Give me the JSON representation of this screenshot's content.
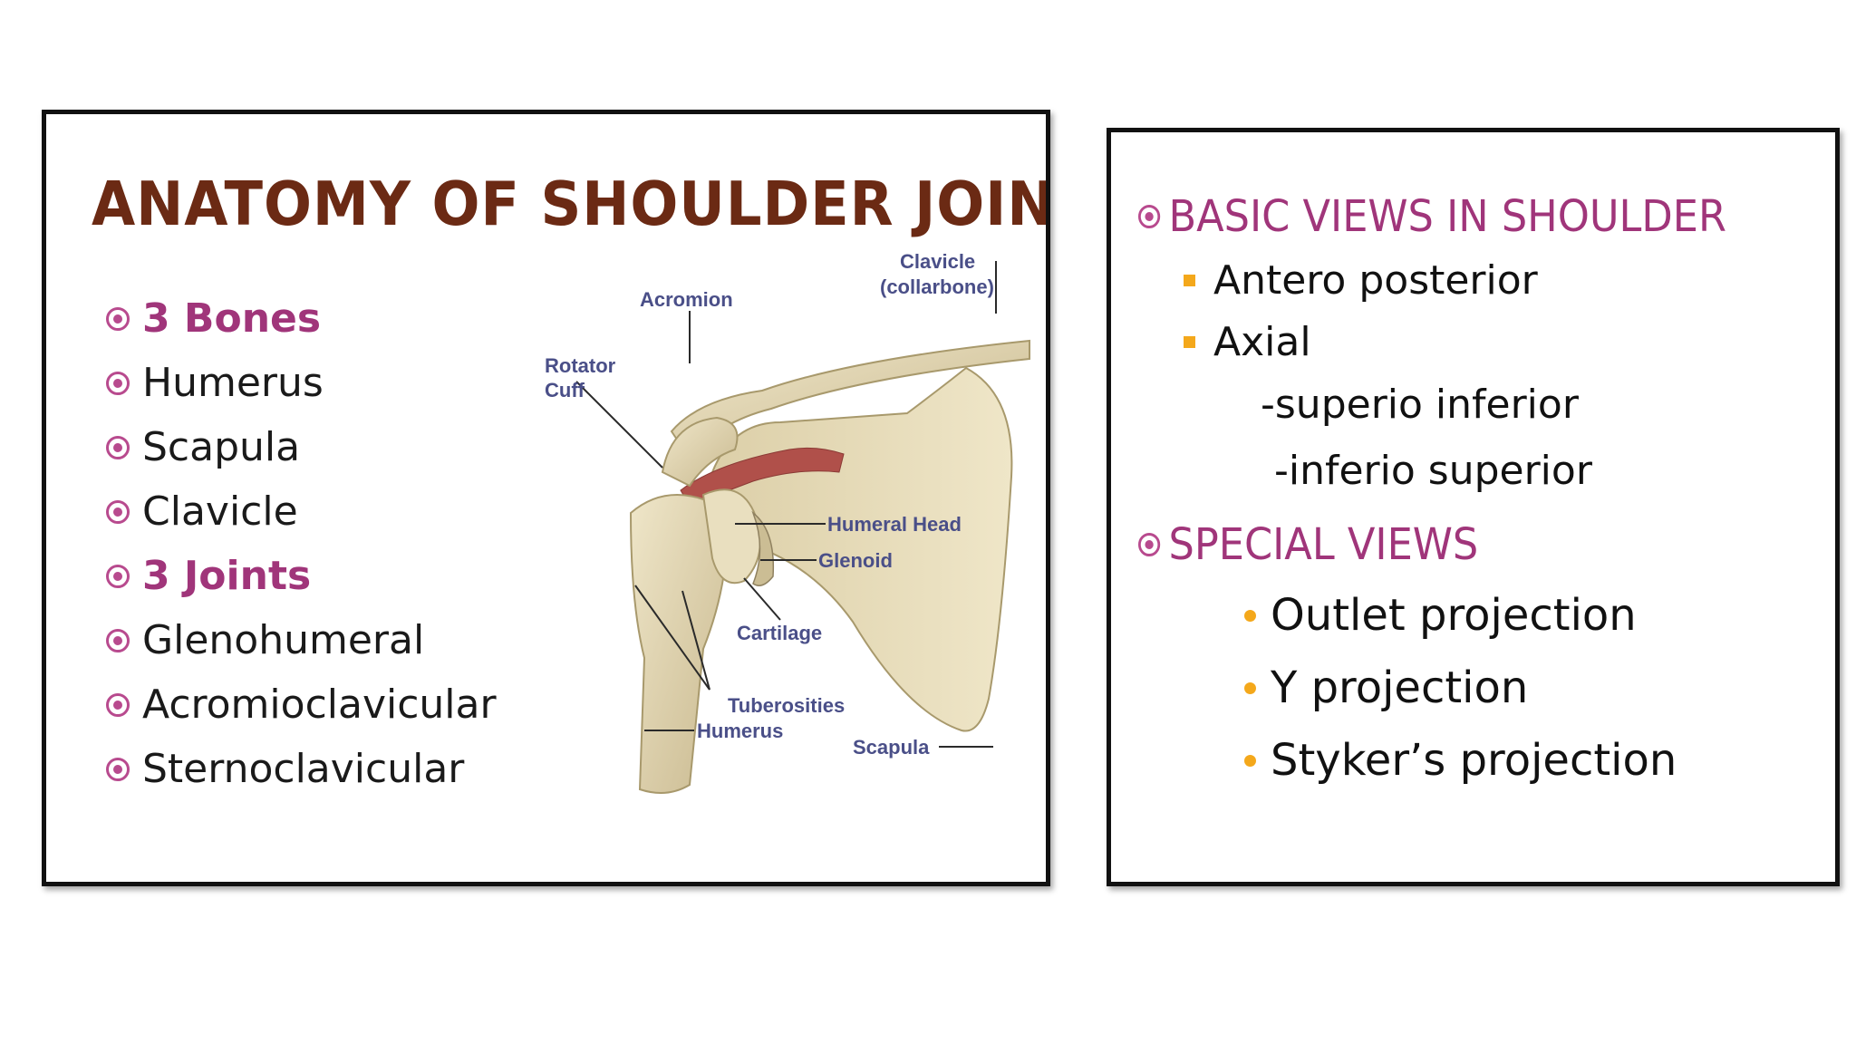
{
  "left_slide": {
    "title": "ANATOMY OF SHOULDER JOINT",
    "bullets": [
      {
        "text": "3 Bones",
        "highlight": true
      },
      {
        "text": "Humerus",
        "highlight": false
      },
      {
        "text": "Scapula",
        "highlight": false
      },
      {
        "text": "Clavicle",
        "highlight": false
      },
      {
        "text": "3 Joints",
        "highlight": true
      },
      {
        "text": "Glenohumeral",
        "highlight": false
      },
      {
        "text": "Acromioclavicular",
        "highlight": false
      },
      {
        "text": "Sternoclavicular",
        "highlight": false
      }
    ],
    "diagram_labels": {
      "clavicle": "Clavicle",
      "clavicle_alt": "(collarbone)",
      "acromion": "Acromion",
      "rotator_1": "Rotator",
      "rotator_2": "Cuff",
      "humeral_head": "Humeral Head",
      "glenoid": "Glenoid",
      "cartilage": "Cartilage",
      "tuberosities": "Tuberosities",
      "humerus": "Humerus",
      "scapula": "Scapula"
    }
  },
  "right_slide": {
    "basic_heading": "BASIC VIEWS IN SHOULDER",
    "basic_items": [
      "Antero posterior",
      "Axial"
    ],
    "axial_sub": [
      "-superio inferior",
      "-inferio superior"
    ],
    "special_heading": "SPECIAL VIEWS",
    "special_items": [
      "Outlet projection",
      "Y projection",
      "Styker’s projection"
    ]
  },
  "colors": {
    "title": "#6b2a14",
    "highlight": "#a0357a",
    "bullet_accent": "#f4a81b",
    "label": "#4a4f88"
  }
}
